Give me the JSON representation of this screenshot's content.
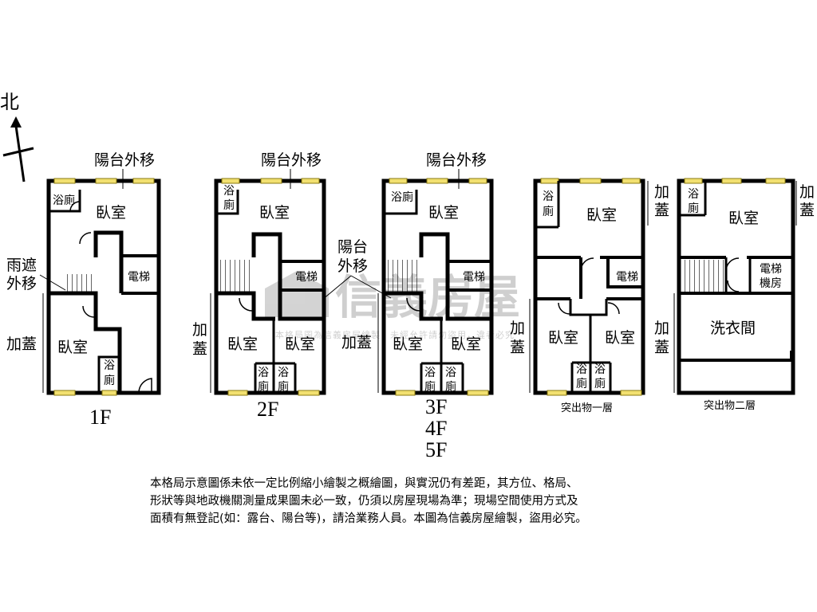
{
  "compass": {
    "north_label": "北"
  },
  "labels": {
    "balcony_moved_out": "陽台外移",
    "balcony": "陽台",
    "moved_out": "外移",
    "rain_cover": "雨遮",
    "addition": "加蓋",
    "add": "加",
    "cover": "蓋",
    "bedroom": "臥室",
    "bathroom": "浴廁",
    "bath": "浴",
    "toilet": "廁",
    "elevator": "電梯",
    "elevator_machine_room": "機房",
    "laundry_room": "洗衣間"
  },
  "floors": {
    "f1": "1F",
    "f2": "2F",
    "f3": "3F",
    "f4": "4F",
    "f5": "5F",
    "roof1": "突出物一層",
    "roof2": "突出物二層"
  },
  "watermark": {
    "brand": "信義房屋",
    "note": "本格局圖為信義房屋繪製，未經允許請勿盜用，違者必究"
  },
  "disclaimer": {
    "line1": "本格局示意圖係未依一定比例縮小繪製之概繪圖，與實況仍有差距，其方位、格局、",
    "line2": "形狀等與地政機關測量成果圖未必一致，仍須以房屋現場為準；現場空間使用方式及",
    "line3": "面積有無登記(如：露台、陽台等)，請洽業務人員。本圖為信義房屋繪製，盜用必究。"
  }
}
